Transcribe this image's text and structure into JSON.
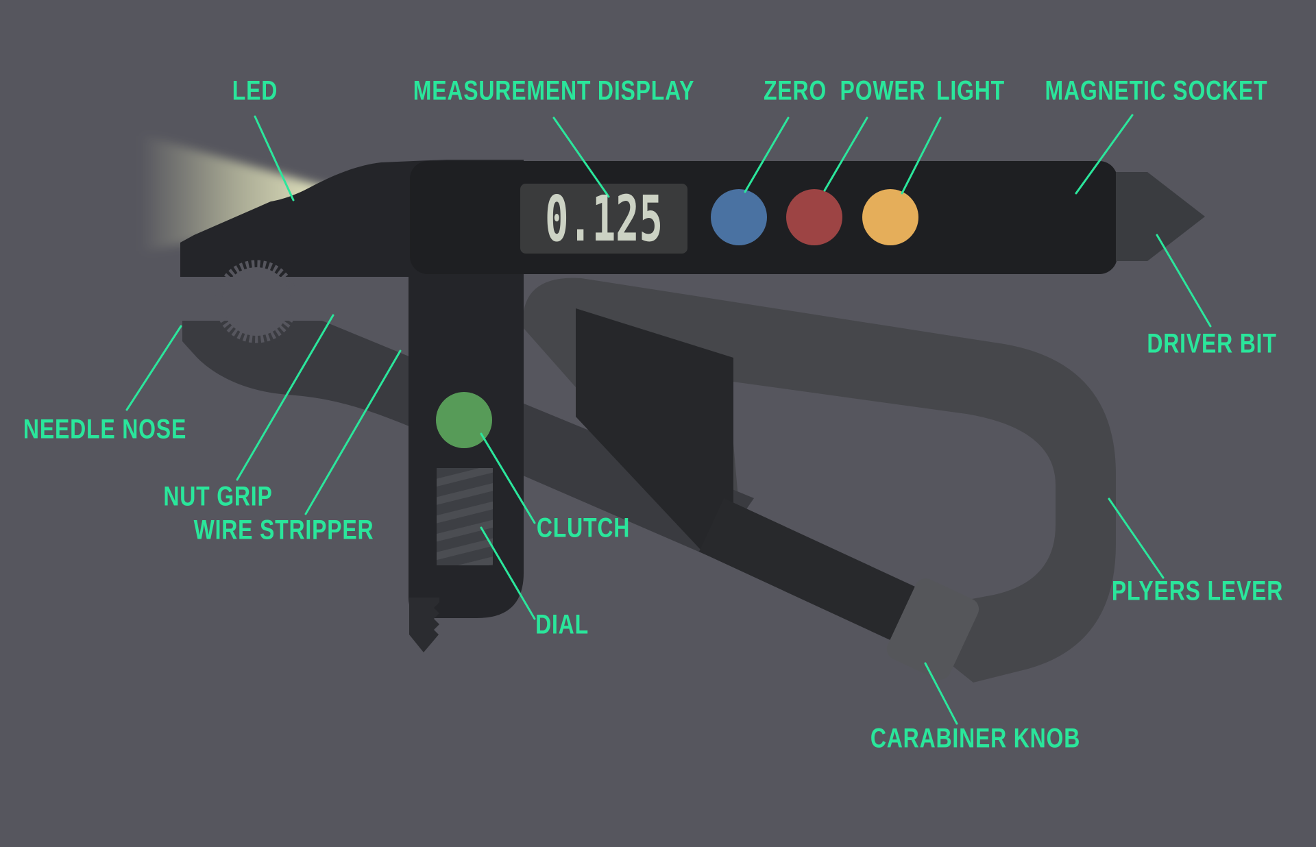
{
  "diagram": {
    "subject": "digital multi-tool pliers driver",
    "display": {
      "value": "0.125"
    },
    "labels": [
      {
        "id": "led",
        "text": "LED"
      },
      {
        "id": "measurement-display",
        "text": "MEASUREMENT DISPLAY"
      },
      {
        "id": "zero",
        "text": "ZERO"
      },
      {
        "id": "power",
        "text": "POWER"
      },
      {
        "id": "light",
        "text": "LIGHT"
      },
      {
        "id": "magnetic-socket",
        "text": "MAGNETIC SOCKET"
      },
      {
        "id": "driver-bit",
        "text": "DRIVER BIT"
      },
      {
        "id": "needle-nose",
        "text": "NEEDLE NOSE"
      },
      {
        "id": "nut-grip",
        "text": "NUT GRIP"
      },
      {
        "id": "wire-stripper",
        "text": "WIRE STRIPPER"
      },
      {
        "id": "clutch",
        "text": "CLUTCH"
      },
      {
        "id": "dial",
        "text": "DIAL"
      },
      {
        "id": "plyers-lever",
        "text": "PLYERS LEVER"
      },
      {
        "id": "carabiner-knob",
        "text": "CARABINER KNOB"
      }
    ],
    "colors": {
      "background": "#56565e",
      "label_green": "#2ae69b",
      "leader_green": "#2be69c",
      "body_dark": "#1e1f22",
      "head_dark": "#242529",
      "handle_gray": "#46474b",
      "zero_button_blue": "#4a72a2",
      "power_button_red": "#9d4444",
      "light_button_orange": "#e5ae5a",
      "clutch_green": "#579b58",
      "display_digits": "#ccd2c4",
      "led_beam": "#eceec0"
    }
  }
}
